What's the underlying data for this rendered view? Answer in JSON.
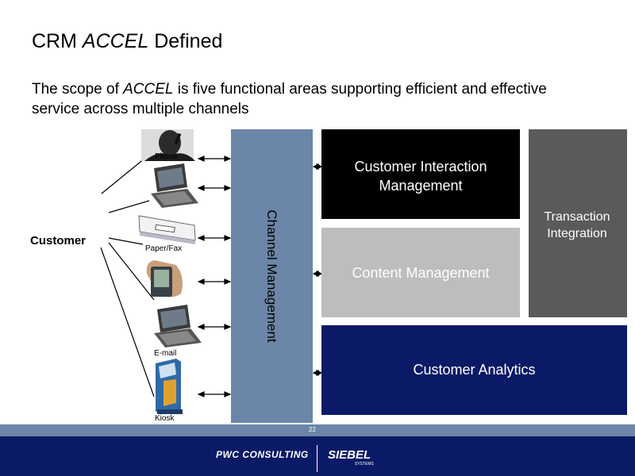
{
  "slide": {
    "title_prefix": "CRM ",
    "title_accent": "ACCEL",
    "title_suffix": " Defined",
    "subtitle_prefix": "The scope of ",
    "subtitle_accent": "ACCEL",
    "subtitle_suffix": " is five functional areas supporting efficient and effective service across multiple channels"
  },
  "diagram": {
    "customer": "Customer",
    "channel_management": "Channel Management",
    "customer_interaction_management": "Customer Interaction Management",
    "transaction_integration": "Transaction Integration",
    "content_management": "Content Management",
    "customer_analytics": "Customer Analytics",
    "devices": {
      "phone": "Phone",
      "paper_fax": "Paper/Fax",
      "email": "E-mail",
      "kiosk": "Kiosk"
    }
  },
  "footer": {
    "page_number": "22",
    "pwc_logo": "PWC CONSULTING",
    "siebel_logo": "SIEBEL",
    "siebel_sub": "SYSTEMS"
  },
  "colors": {
    "channel_bar": "#6b86a8",
    "navy": "#0b1a66",
    "cim_box": "#000000",
    "transaction_box": "#5a5a5a",
    "content_box": "#bdbdbd"
  }
}
